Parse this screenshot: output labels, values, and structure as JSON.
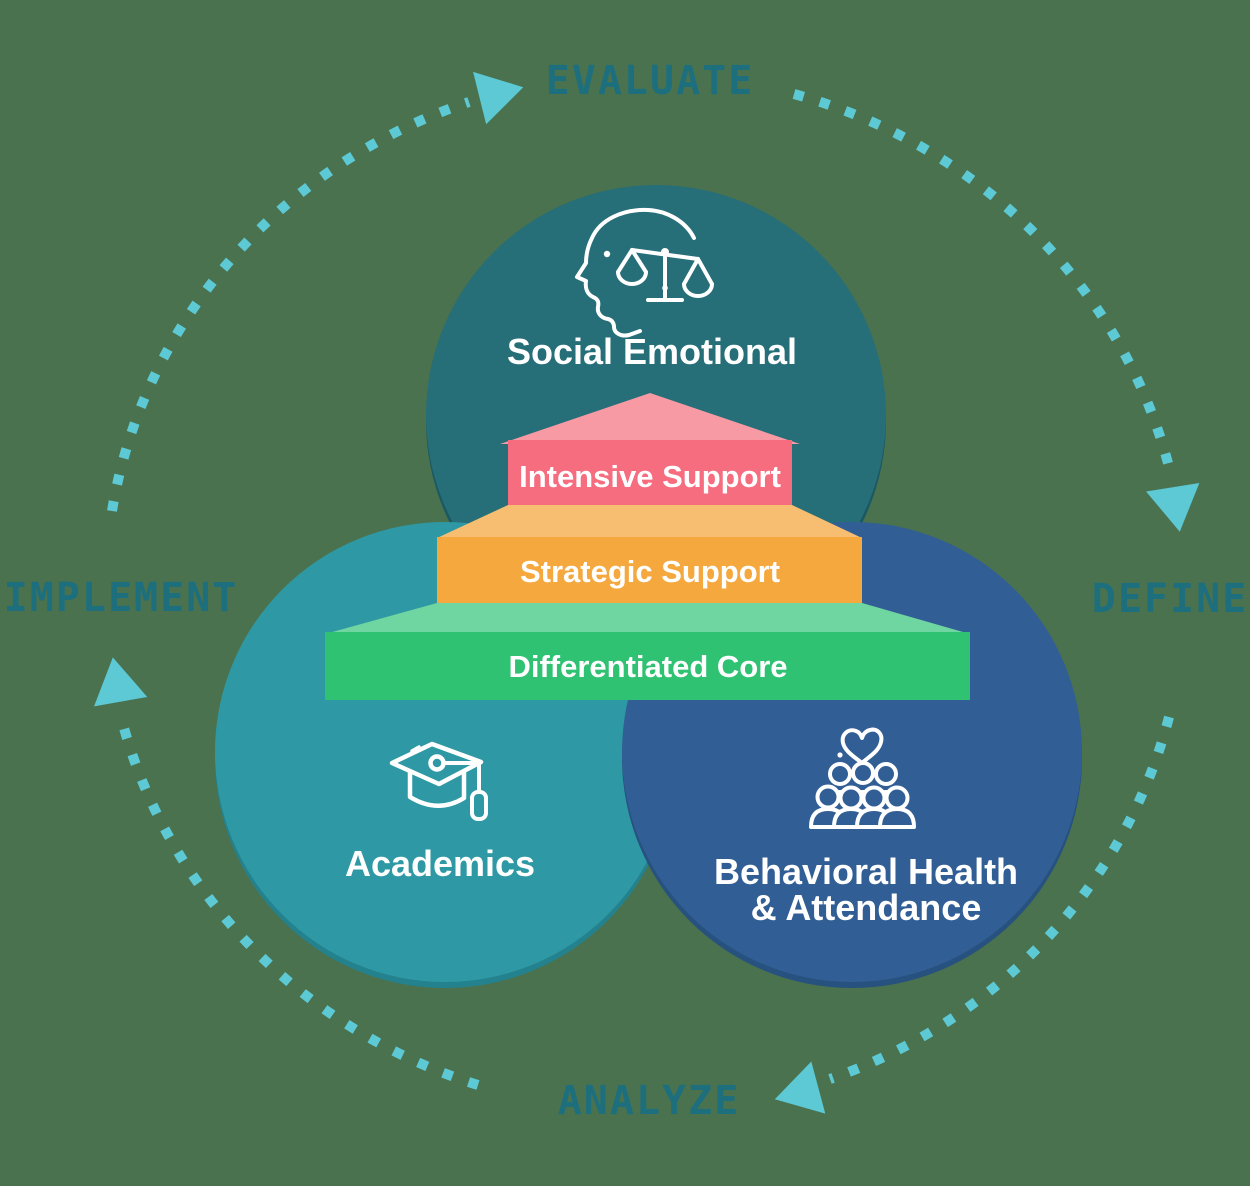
{
  "background_color": "#4A724F",
  "cycle": {
    "evaluate": "EVALUATE",
    "define": "DEFINE",
    "analyze": "ANALYZE",
    "implement": "IMPLEMENT",
    "label_color": "#1E6F7E",
    "dot_color": "#5CC9D5",
    "direction": "clockwise"
  },
  "circles": {
    "social_emotional": {
      "label": "Social Emotional",
      "color": "#266E78",
      "icon": "head-with-balance-scale-icon"
    },
    "academics": {
      "label": "Academics",
      "color": "#2E99A4",
      "icon": "graduation-cap-icon"
    },
    "behavioral": {
      "label_line1": "Behavioral Health",
      "label_line2": "& Attendance",
      "color": "#315E95",
      "icon": "people-group-with-heart-icon"
    }
  },
  "pyramid": {
    "text_color": "#FFFFFF",
    "tiers": [
      {
        "label": "Intensive Support",
        "face_color": "#F56D7F",
        "top_color": "#F79AA3"
      },
      {
        "label": "Strategic Support",
        "face_color": "#F5A83E",
        "top_color": "#F7BD70"
      },
      {
        "label": "Differentiated Core",
        "face_color": "#30C273",
        "top_color": "#6FD5A1"
      }
    ]
  }
}
